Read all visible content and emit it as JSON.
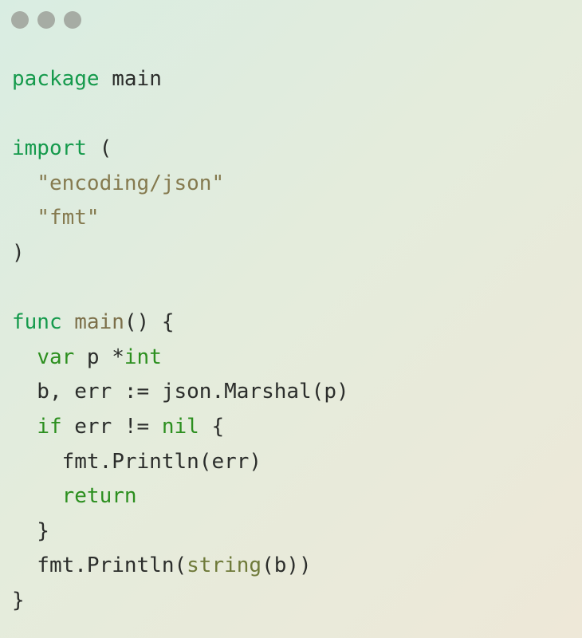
{
  "window": {
    "buttons": [
      "close-dot",
      "minimize-dot",
      "maximize-dot"
    ]
  },
  "code": {
    "lines": [
      [
        {
          "t": "package",
          "c": "kw-pkg"
        },
        {
          "t": " main",
          "c": "plain"
        }
      ],
      [],
      [
        {
          "t": "import",
          "c": "kw-pkg"
        },
        {
          "t": " (",
          "c": "plain"
        }
      ],
      [
        {
          "t": "  ",
          "c": "plain"
        },
        {
          "t": "\"encoding/json\"",
          "c": "str"
        }
      ],
      [
        {
          "t": "  ",
          "c": "plain"
        },
        {
          "t": "\"fmt\"",
          "c": "str"
        }
      ],
      [
        {
          "t": ")",
          "c": "plain"
        }
      ],
      [],
      [
        {
          "t": "func",
          "c": "kw-pkg"
        },
        {
          "t": " ",
          "c": "plain"
        },
        {
          "t": "main",
          "c": "fn"
        },
        {
          "t": "() {",
          "c": "plain"
        }
      ],
      [
        {
          "t": "  ",
          "c": "plain"
        },
        {
          "t": "var",
          "c": "kw"
        },
        {
          "t": " p *",
          "c": "plain"
        },
        {
          "t": "int",
          "c": "kw"
        }
      ],
      [
        {
          "t": "  b, err := json.Marshal(p)",
          "c": "plain"
        }
      ],
      [
        {
          "t": "  ",
          "c": "plain"
        },
        {
          "t": "if",
          "c": "kw"
        },
        {
          "t": " err != ",
          "c": "plain"
        },
        {
          "t": "nil",
          "c": "kw"
        },
        {
          "t": " {",
          "c": "plain"
        }
      ],
      [
        {
          "t": "    fmt.Println(err)",
          "c": "plain"
        }
      ],
      [
        {
          "t": "    ",
          "c": "plain"
        },
        {
          "t": "return",
          "c": "kw"
        }
      ],
      [
        {
          "t": "  }",
          "c": "plain"
        }
      ],
      [
        {
          "t": "  fmt.Println(",
          "c": "plain"
        },
        {
          "t": "string",
          "c": "builtin"
        },
        {
          "t": "(b))",
          "c": "plain"
        }
      ],
      [
        {
          "t": "}",
          "c": "plain"
        }
      ]
    ]
  }
}
